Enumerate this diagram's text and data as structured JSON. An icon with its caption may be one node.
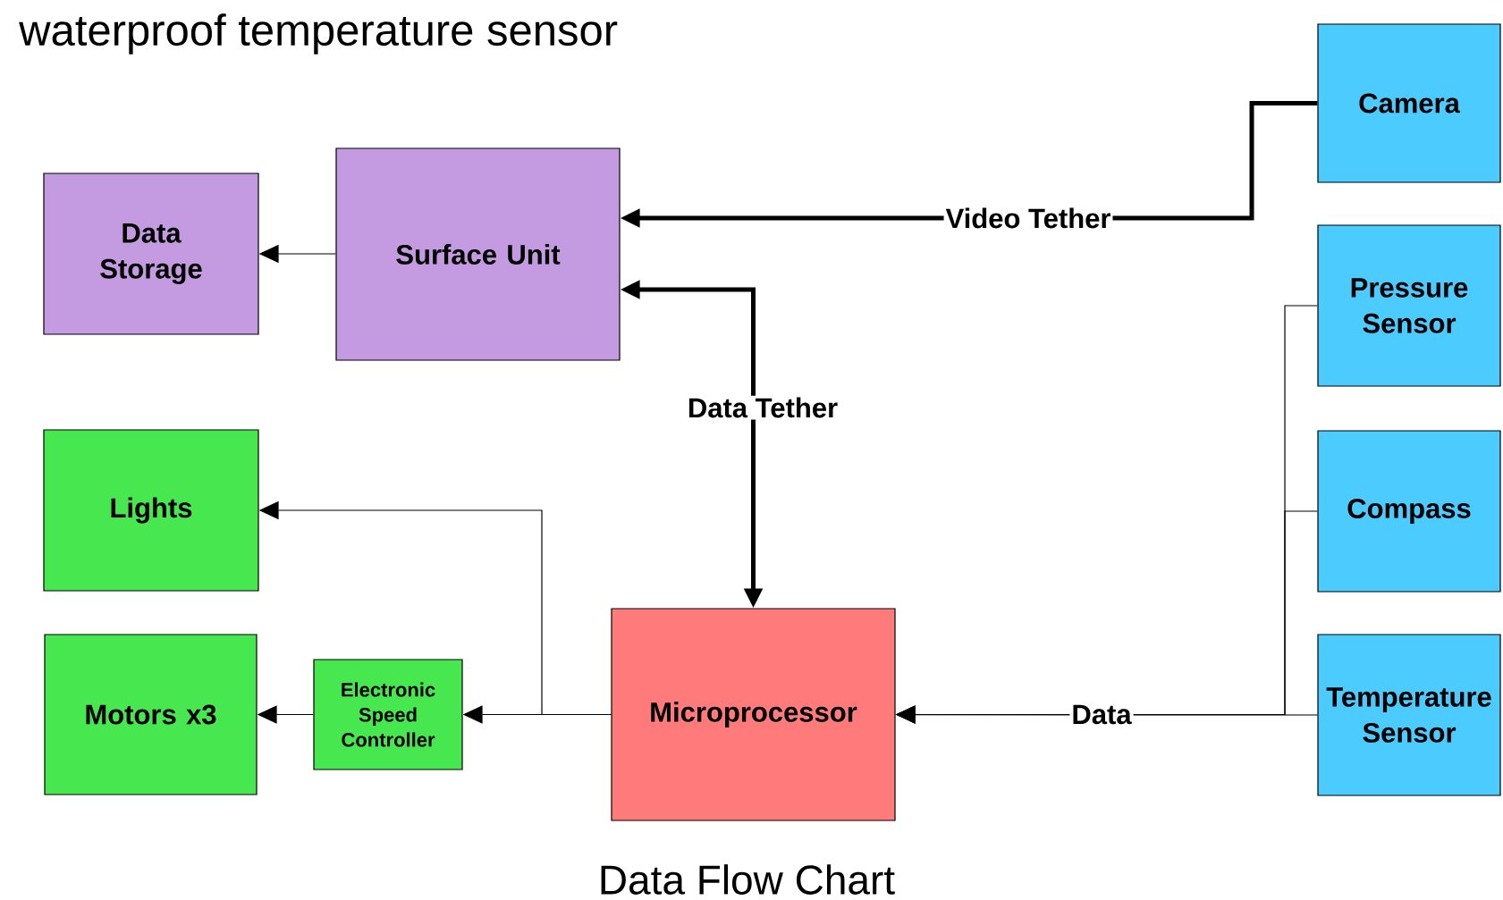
{
  "diagram": {
    "title": "waterproof temperature sensor",
    "caption": "Data Flow Chart",
    "nodes": [
      {
        "text": [
          "Camera"
        ]
      },
      {
        "text": [
          "Data Storage"
        ]
      },
      {
        "text": [
          "Surface Unit"
        ]
      },
      {
        "text": [
          "Pressure Sensor"
        ]
      },
      {
        "text": [
          "Lights"
        ]
      },
      {
        "text": [
          "Compass"
        ]
      },
      {
        "text": [
          "Motors x3"
        ]
      },
      {
        "text": [
          "Electronic Speed Controller"
        ]
      },
      {
        "text": [
          "Microprocessor"
        ]
      },
      {
        "text": [
          "Temperature Sensor"
        ]
      }
    ],
    "edges": [
      {
        "from": 0,
        "to": 2,
        "arrow": "to",
        "style": "thick",
        "label": "Video Tether"
      },
      {
        "from": 2,
        "to": 8,
        "arrow": "both",
        "style": "thick",
        "label": "Data Tether"
      },
      {
        "from": 2,
        "to": 1,
        "arrow": "to"
      },
      {
        "from": 8,
        "to": 4,
        "arrow": "to"
      },
      {
        "from": 8,
        "to": 7,
        "arrow": "to"
      },
      {
        "from": 7,
        "to": 6,
        "arrow": "to"
      },
      {
        "from": 3,
        "to": 8,
        "arrow": "to"
      },
      {
        "from": 5,
        "to": 8,
        "arrow": "to"
      },
      {
        "from": 9,
        "to": 8,
        "arrow": "to",
        "label": "Data"
      }
    ]
  }
}
